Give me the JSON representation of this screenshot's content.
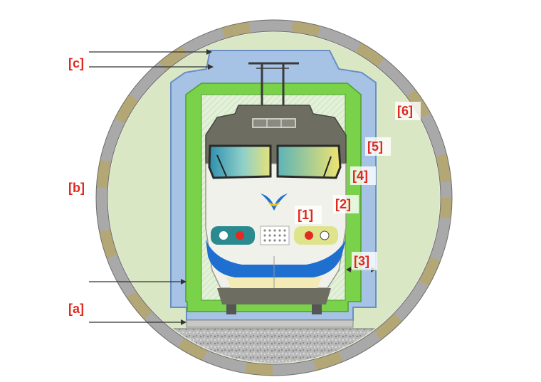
{
  "diagram": {
    "labels": {
      "a": "[a]",
      "b": "[b]",
      "c": "[c]",
      "n1": "[1]",
      "n2": "[2]",
      "n3": "[3]",
      "n4": "[4]",
      "n5": "[5]",
      "n6": "[6]"
    },
    "colors": {
      "tunnel_fill": "#d9e7c4",
      "segment_grey": "#a9a9a9",
      "segment_olive": "#b3a776",
      "blue_envelope": "#a6c3e6",
      "blue_edge": "#6b8fc4",
      "green_envelope": "#79d24a",
      "hatch_zone": "#e4f1da",
      "train_body": "#f1f1ec",
      "train_roof": "#6d6d62",
      "train_stripe": "#1f6fd1",
      "label_red": "#e0281e"
    }
  }
}
